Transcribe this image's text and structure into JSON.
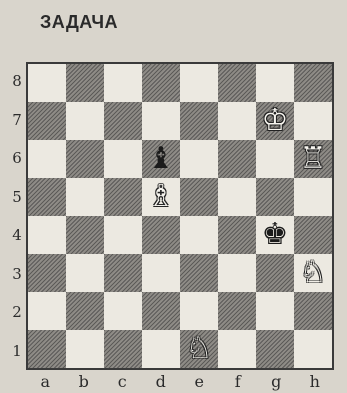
{
  "title": "ЗАДАЧА",
  "board": {
    "files": [
      "a",
      "b",
      "c",
      "d",
      "e",
      "f",
      "g",
      "h"
    ],
    "ranks": [
      "8",
      "7",
      "6",
      "5",
      "4",
      "3",
      "2",
      "1"
    ],
    "pieces": [
      {
        "square": "g7",
        "color": "white",
        "type": "king",
        "glyph": "♔"
      },
      {
        "square": "h6",
        "color": "white",
        "type": "rook",
        "glyph": "♖"
      },
      {
        "square": "d6",
        "color": "black",
        "type": "bishop",
        "glyph": "♝"
      },
      {
        "square": "d5",
        "color": "white",
        "type": "bishop",
        "glyph": "♗"
      },
      {
        "square": "g4",
        "color": "black",
        "type": "king",
        "glyph": "♚"
      },
      {
        "square": "h3",
        "color": "white",
        "type": "knight",
        "glyph": "♘"
      },
      {
        "square": "e1",
        "color": "white",
        "type": "knight",
        "glyph": "♘"
      }
    ]
  }
}
